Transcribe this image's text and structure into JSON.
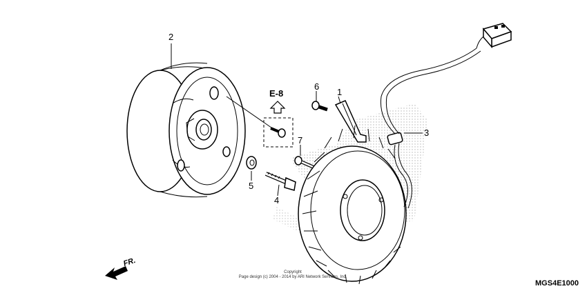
{
  "callouts": {
    "c1": "1",
    "c2": "2",
    "c3": "3",
    "c4": "4",
    "c5": "5",
    "c6": "6",
    "c7": "7"
  },
  "reference": {
    "label": "E-8"
  },
  "direction": {
    "label": "FR."
  },
  "copyright": {
    "line1": "Copyright",
    "line2": "Page design (c) 2004 - 2014 by ARI Network Services, Inc."
  },
  "diagram_code": "MGS4E1000"
}
